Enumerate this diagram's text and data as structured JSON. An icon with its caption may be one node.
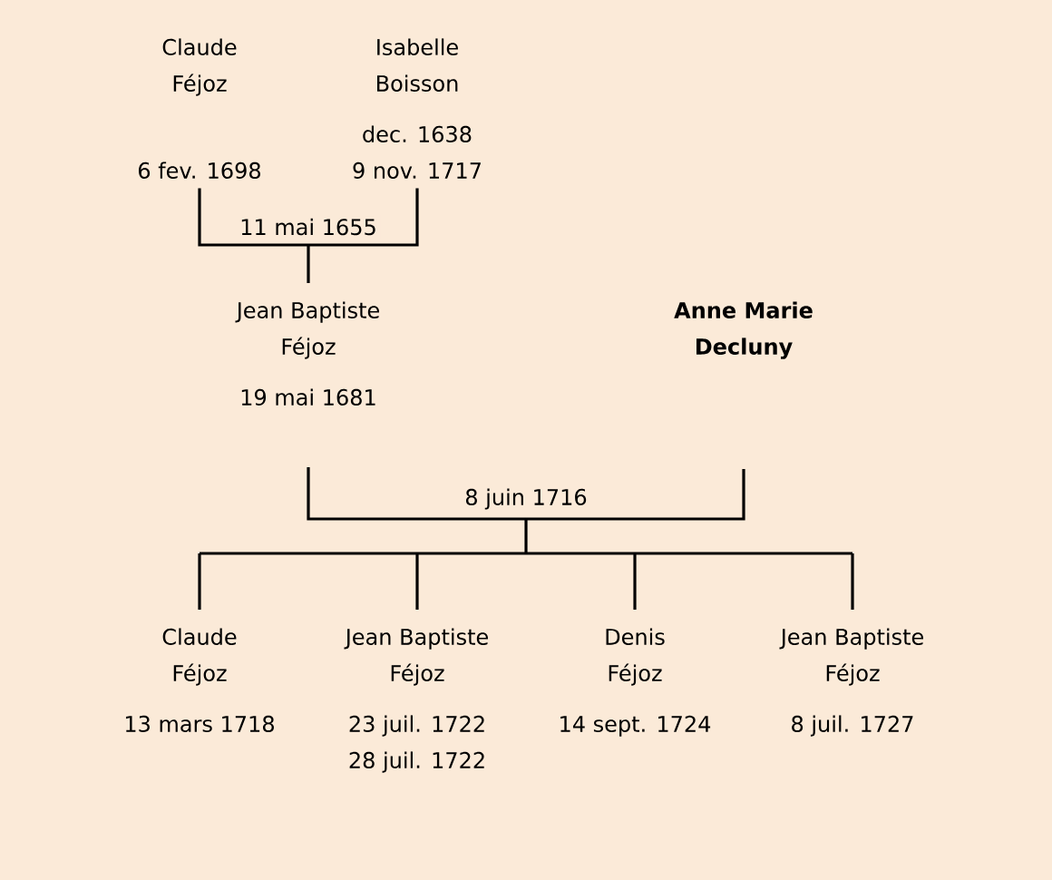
{
  "diagram": {
    "nodes": [
      {
        "text": [
          "Claude Féjoz",
          "6 fev. 1698"
        ]
      },
      {
        "text": [
          "Isabelle Boisson",
          "dec. 1638",
          "9 nov. 1717"
        ]
      },
      {
        "text": [
          "Jean Baptiste Féjoz",
          "19 mai 1681"
        ]
      },
      {
        "text": [
          "Anne Marie Decluny"
        ]
      },
      {
        "text": [
          "Claude Féjoz",
          "13 mars 1718"
        ]
      },
      {
        "text": [
          "Jean Baptiste Féjoz",
          "23 juil. 1722",
          "28 juil. 1722"
        ]
      },
      {
        "text": [
          "Denis Féjoz",
          "14 sept. 1724"
        ]
      },
      {
        "text": [
          "Jean Baptiste Féjoz",
          "8 juil. 1727"
        ]
      }
    ],
    "edges": [
      {
        "from": 0,
        "to": 2,
        "arrow": "none",
        "label": "11 mai 1655"
      },
      {
        "from": 1,
        "to": 2,
        "arrow": "none"
      },
      {
        "from": 2,
        "to": 4,
        "arrow": "none",
        "label": "8 juin 1716"
      },
      {
        "from": 2,
        "to": 5,
        "arrow": "none"
      },
      {
        "from": 2,
        "to": 6,
        "arrow": "none"
      },
      {
        "from": 2,
        "to": 7,
        "arrow": "none"
      },
      {
        "from": 3,
        "to": 4,
        "arrow": "none"
      },
      {
        "from": 3,
        "to": 5,
        "arrow": "none"
      },
      {
        "from": 3,
        "to": 6,
        "arrow": "none"
      },
      {
        "from": 3,
        "to": 7,
        "arrow": "none"
      }
    ]
  }
}
